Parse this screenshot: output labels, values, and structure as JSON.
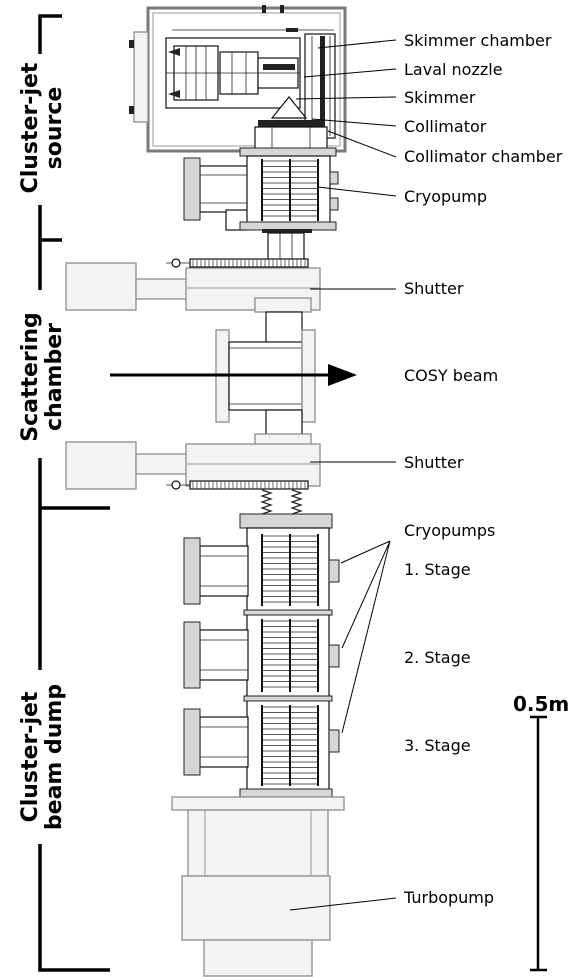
{
  "sections": {
    "source": {
      "line1": "Cluster-jet",
      "line2": "source"
    },
    "scattering": {
      "line1": "Scattering",
      "line2": "chamber"
    },
    "beam_dump": {
      "line1": "Cluster-jet",
      "line2": "beam dump"
    }
  },
  "labels": {
    "skimmer_chamber": "Skimmer chamber",
    "laval_nozzle": "Laval nozzle",
    "skimmer": "Skimmer",
    "collimator": "Collimator",
    "collimator_chamber": "Collimator chamber",
    "cryopump": "Cryopump",
    "shutter_top": "Shutter",
    "cosy_beam": "COSY beam",
    "shutter_bottom": "Shutter",
    "cryopumps": "Cryopumps",
    "stage_1": "1. Stage",
    "stage_2": "2. Stage",
    "stage_3": "3. Stage",
    "turbopump": "Turbopump"
  },
  "scale_bar": {
    "label": "0.5m"
  },
  "colors": {
    "ink": "#000000",
    "outline_gray": "#8c8c8c",
    "fill_light": "#f3f3f3"
  }
}
